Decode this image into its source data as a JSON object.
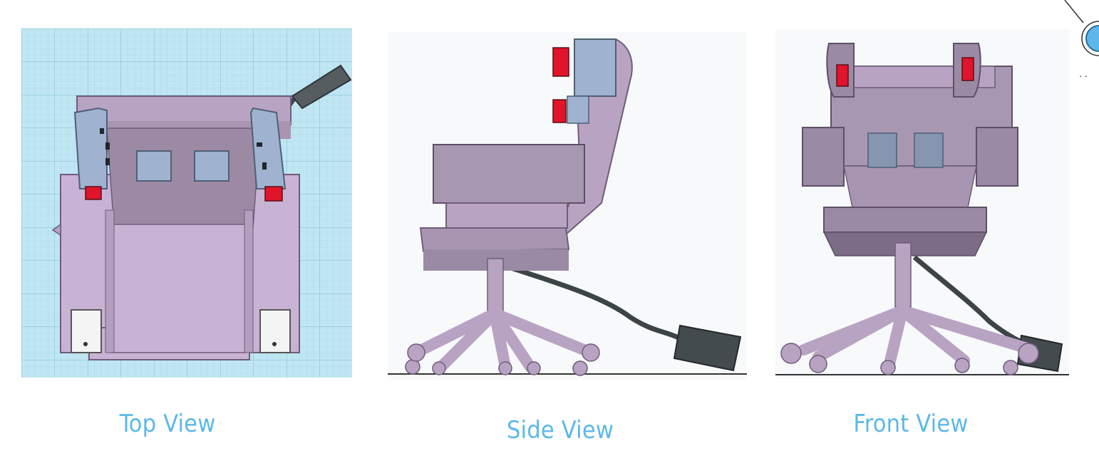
{
  "captions": {
    "top": "Top View",
    "side": "Side View",
    "front": "Front View"
  },
  "corner": {
    "ellipsis": "..",
    "icon": "zoom-bubble-icon"
  },
  "colors": {
    "caption": "#5cb8e8",
    "grid_bg": "#bfe6f2",
    "chair_body": "#b9a3c3",
    "chair_side": "#9b8aa3",
    "chair_dark": "#7c6c86",
    "panel_blue": "#9fb2cf",
    "accent_red": "#e0142a",
    "cable": "#3d4448"
  }
}
